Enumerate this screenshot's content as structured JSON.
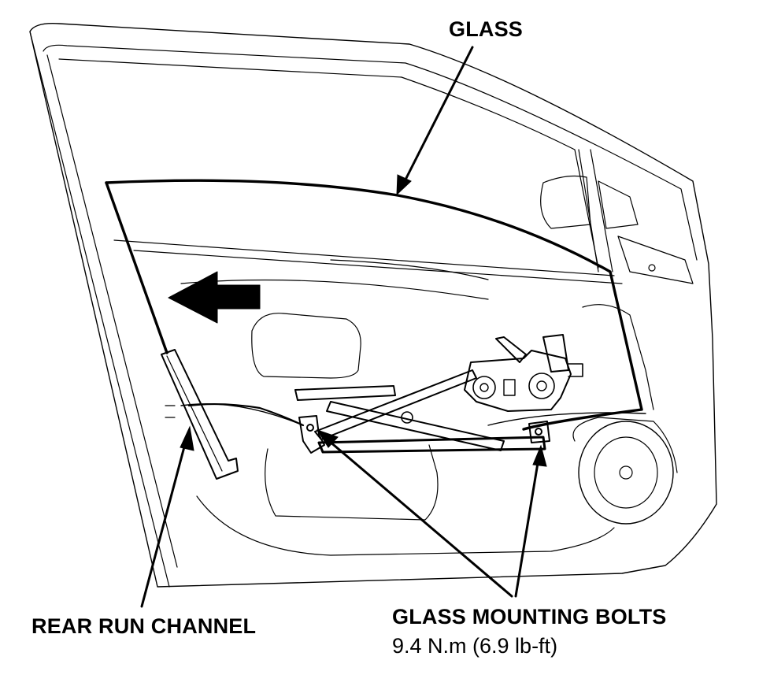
{
  "labels": {
    "glass": "GLASS",
    "rear_run_channel": "REAR RUN CHANNEL",
    "glass_mounting_bolts": "GLASS MOUNTING BOLTS",
    "torque_spec": "9.4 N.m (6.9 lb-ft)"
  },
  "colors": {
    "line": "#000000",
    "background": "#ffffff"
  }
}
